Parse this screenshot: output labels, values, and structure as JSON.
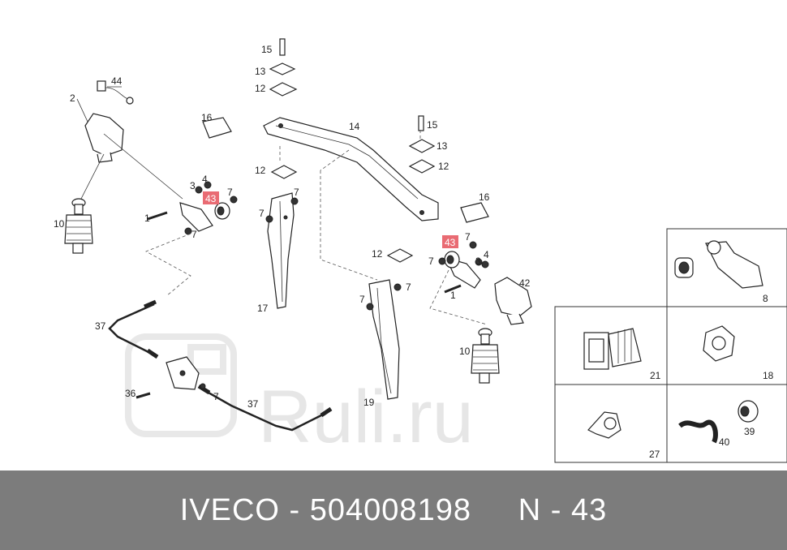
{
  "watermark": "Ruli.ru",
  "callouts": [
    {
      "id": "c44",
      "text": "44"
    },
    {
      "id": "c2",
      "text": "2"
    },
    {
      "id": "c16l",
      "text": "16"
    },
    {
      "id": "c3l",
      "text": "3"
    },
    {
      "id": "c4l",
      "text": "4"
    },
    {
      "id": "c43l",
      "text": "43",
      "highlight": true
    },
    {
      "id": "c7l1",
      "text": "7"
    },
    {
      "id": "c1l",
      "text": "1"
    },
    {
      "id": "c7l2",
      "text": "7"
    },
    {
      "id": "c10l",
      "text": "10"
    },
    {
      "id": "c37a",
      "text": "37"
    },
    {
      "id": "c36",
      "text": "36"
    },
    {
      "id": "c7l3",
      "text": "7"
    },
    {
      "id": "c37b",
      "text": "37"
    },
    {
      "id": "c15a",
      "text": "15"
    },
    {
      "id": "c13a",
      "text": "13"
    },
    {
      "id": "c12a",
      "text": "12"
    },
    {
      "id": "c14",
      "text": "14"
    },
    {
      "id": "c12b",
      "text": "12"
    },
    {
      "id": "c7m1",
      "text": "7"
    },
    {
      "id": "c7m2",
      "text": "7"
    },
    {
      "id": "c17",
      "text": "17"
    },
    {
      "id": "c15b",
      "text": "15"
    },
    {
      "id": "c13b",
      "text": "13"
    },
    {
      "id": "c12c",
      "text": "12"
    },
    {
      "id": "c16r",
      "text": "16"
    },
    {
      "id": "c12d",
      "text": "12"
    },
    {
      "id": "c43r",
      "text": "43",
      "highlight": true
    },
    {
      "id": "c7r1",
      "text": "7"
    },
    {
      "id": "c7r2",
      "text": "7"
    },
    {
      "id": "c3r",
      "text": "3"
    },
    {
      "id": "c4r",
      "text": "4"
    },
    {
      "id": "c42",
      "text": "42"
    },
    {
      "id": "c1r",
      "text": "1"
    },
    {
      "id": "c7r3",
      "text": "7"
    },
    {
      "id": "c7r4",
      "text": "7"
    },
    {
      "id": "c10r",
      "text": "10"
    },
    {
      "id": "c19",
      "text": "19"
    },
    {
      "id": "c8",
      "text": "8"
    },
    {
      "id": "c21",
      "text": "21"
    },
    {
      "id": "c18",
      "text": "18"
    },
    {
      "id": "c27",
      "text": "27"
    },
    {
      "id": "c40",
      "text": "40"
    },
    {
      "id": "c39",
      "text": "39"
    }
  ],
  "footer": {
    "brand": "IVECO",
    "sep1": " - ",
    "part_number": "504008198",
    "gap": "     ",
    "position": "N - 43"
  }
}
